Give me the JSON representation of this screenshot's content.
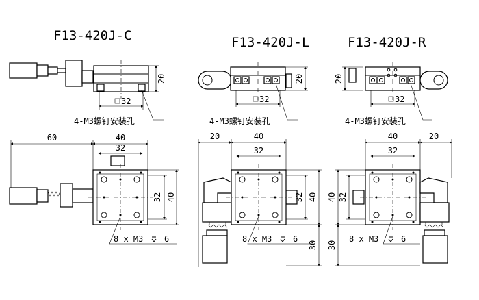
{
  "views": {
    "c": {
      "title": "F13-420J-C",
      "side_height": "20",
      "side_width": "32",
      "screw_note": "4-M3螺钉安装孔",
      "top_overall": "60",
      "top_width": "40",
      "top_hole_spacing_x": "32",
      "top_hole_spacing_y": "32",
      "top_height": "40",
      "tap_note": "8 x M3",
      "tap_depth": "6"
    },
    "l": {
      "title": "F13-420J-L",
      "side_height": "20",
      "side_width": "32",
      "screw_note": "4-M3螺钉安装孔",
      "top_offset": "20",
      "top_width": "40",
      "top_hole_spacing_x": "32",
      "top_hole_spacing_y": "32",
      "top_height": "40",
      "micrometer_length": "30",
      "tap_note": "8 x M3",
      "tap_depth": "6"
    },
    "r": {
      "title": "F13-420J-R",
      "side_height": "20",
      "side_width": "32",
      "screw_note": "4-M3螺钉安装孔",
      "top_offset": "20",
      "top_width": "40",
      "top_hole_spacing_x": "32",
      "top_hole_spacing_y": "32",
      "top_height": "40",
      "micrometer_length": "30",
      "tap_note": "8 x M3",
      "tap_depth": "6"
    }
  }
}
